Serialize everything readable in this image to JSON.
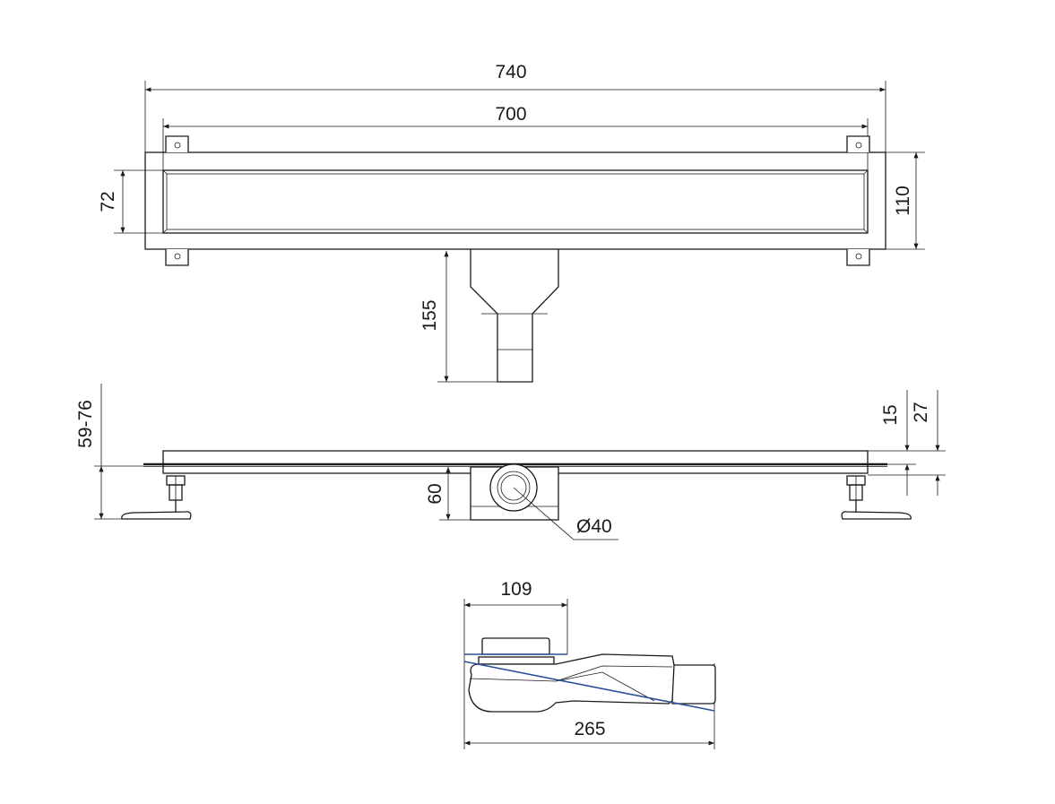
{
  "drawing": {
    "top_view": {
      "overall_length": "740",
      "channel_length": "700",
      "grate_width": "72",
      "overall_width": "110",
      "outlet_depth": "155"
    },
    "side_view": {
      "height_range": "59-76",
      "grate_height": "15",
      "total_height": "27",
      "outlet_height": "60",
      "outlet_diameter": "Ø40"
    },
    "siphon_view": {
      "top_width": "109",
      "total_length": "265"
    },
    "colors": {
      "line": "#1a1a1a",
      "slope_line": "#2b4f9a"
    }
  }
}
